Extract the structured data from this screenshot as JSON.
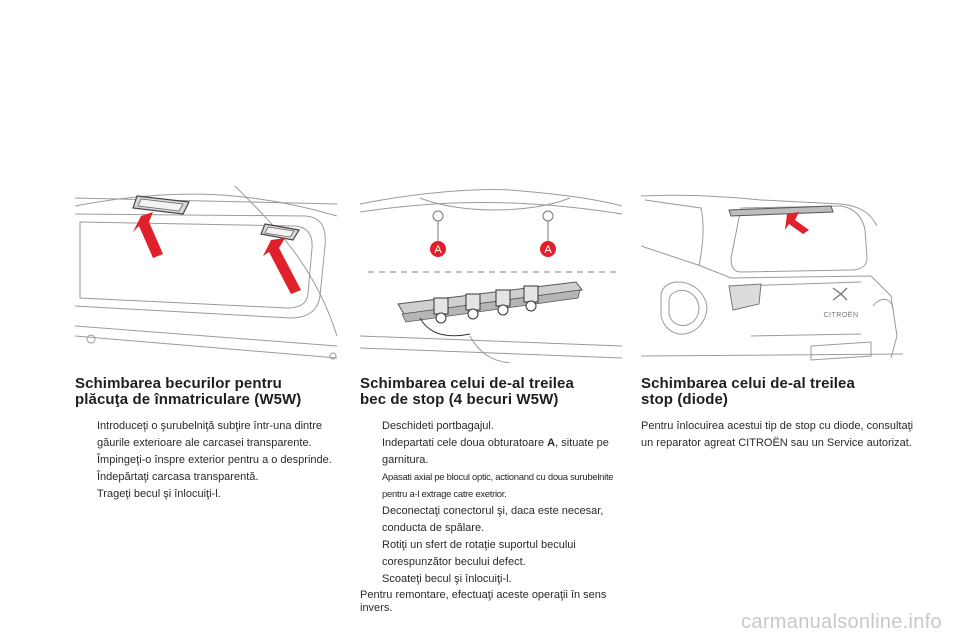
{
  "sections": [
    {
      "title_line1": "Schimbarea becurilor pentru",
      "title_line2": "plăcuţa de înmatriculare (W5W)",
      "steps": [
        "Introduceţi o şurubelniţă subţire într-una dintre găurile exterioare ale carcasei transparente.",
        "Împingeţi-o înspre exterior pentru a o desprinde.",
        "Îndepărtaţi carcasa transparentă.",
        "Trageţi becul şi înlocuiţi-l."
      ]
    },
    {
      "title_line1": "Schimbarea celui de-al treilea",
      "title_line2": "bec de stop (4 becuri W5W)",
      "steps": [
        "Deschideti portbagajul.",
        "Indepartati cele doua obturatoare",
        "Apasati axial pe blocul optic, actionand cu doua surubelnite pentru a-l extrage catre exetrior.",
        "Deconectaţi conectorul şi, daca este necesar, conducta de spălare.",
        "Rotiţi un sfert de rotaţie suportul becului corespunzător becului defect.",
        "Scoateţi becul şi înlocuiţi-l."
      ],
      "step2_bold": "A",
      "step2_tail": ", situate pe garnitura.",
      "note": "Pentru remontare, efectuaţi aceste operaţii în sens invers.",
      "callout_label": "A"
    },
    {
      "title_line1": "Schimbarea celui de-al treilea",
      "title_line2": "stop (diode)",
      "paragraph": "Pentru înlocuirea acestui tip de stop cu diode, consultaţi un reparator agreat CITROËN sau un Service autorizat.",
      "badge_text": "CITROËN"
    }
  ],
  "bullet_symbol": "",
  "watermark": "carmanualsonline.info",
  "colors": {
    "arrow": "#e0202a",
    "line": "#9a9a9a",
    "callout": "#e0202a"
  }
}
